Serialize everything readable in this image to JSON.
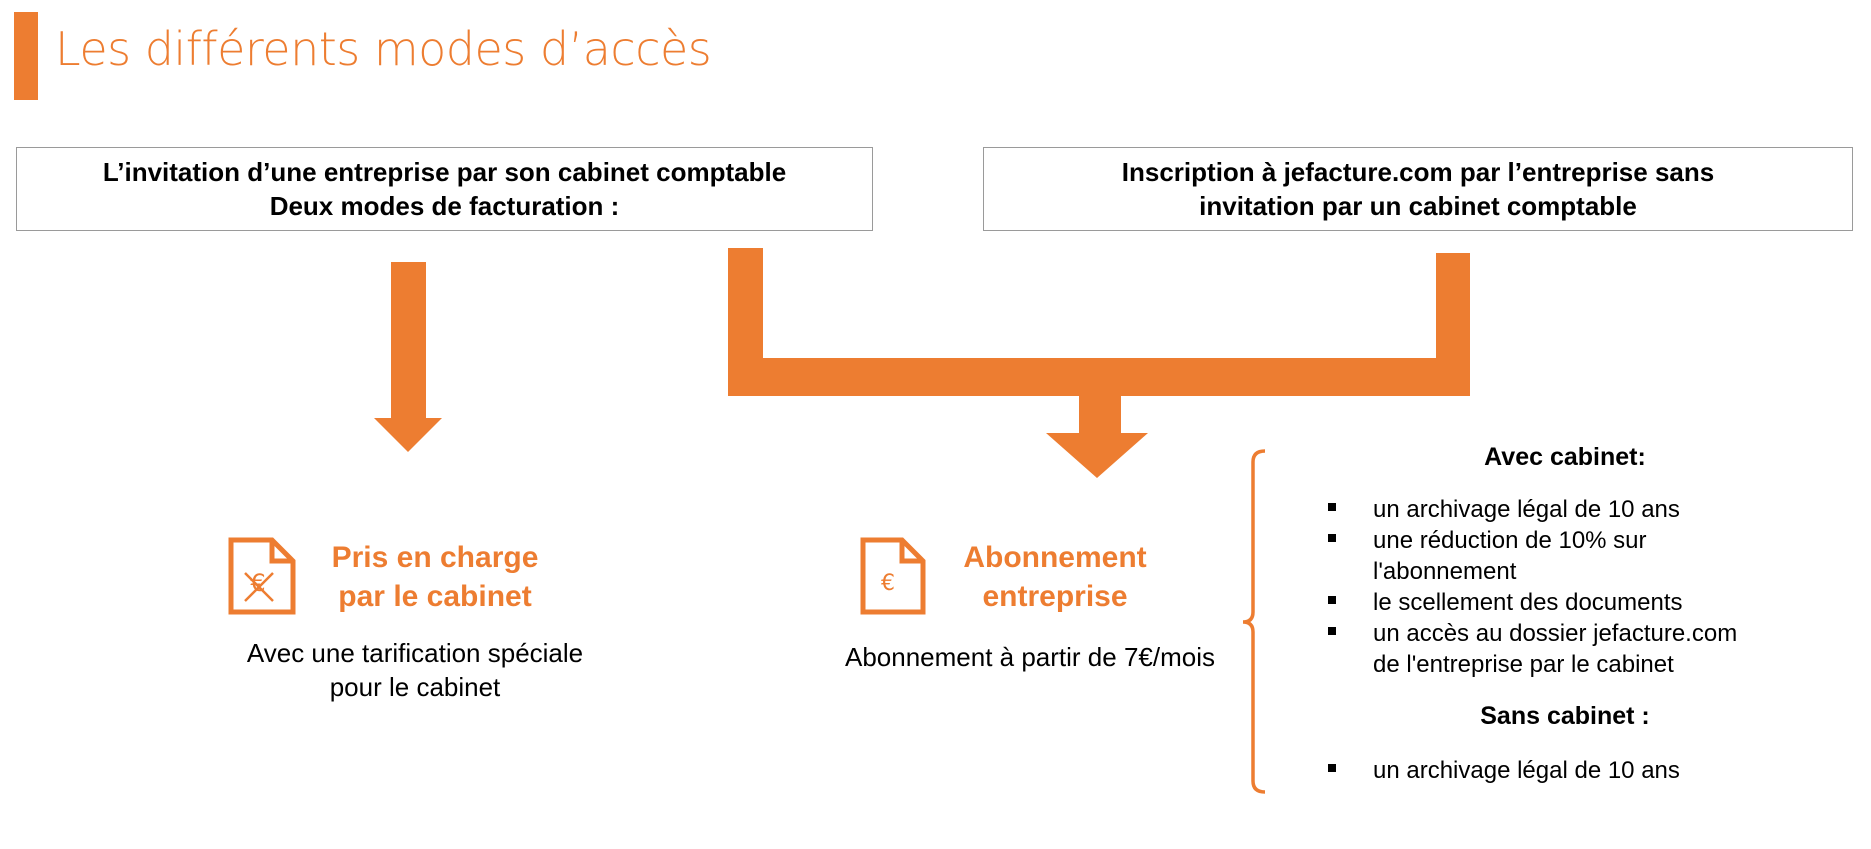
{
  "title": "Les différents modes d’accès",
  "colors": {
    "accent": "#ED7D31",
    "box_border": "#9a9a9a",
    "text": "#000000"
  },
  "box_left": {
    "line1": "L’invitation d’une entreprise par son cabinet comptable",
    "line2": "Deux modes de facturation :"
  },
  "box_right": {
    "line1": "Inscription à jefacture.com par l’entreprise sans",
    "line2": "invitation par un cabinet comptable"
  },
  "option_cabinet": {
    "icon": "document-crossed-euro-icon",
    "title_line1": "Pris en charge",
    "title_line2": "par le cabinet",
    "desc_line1": "Avec une tarification spéciale",
    "desc_line2": "pour le cabinet"
  },
  "option_entreprise": {
    "icon": "document-euro-icon",
    "icon_symbol": "€",
    "title_line1": "Abonnement",
    "title_line2": "entreprise",
    "desc": "Abonnement à partir de 7€/mois"
  },
  "avec_cabinet": {
    "heading": "Avec cabinet:",
    "items": [
      [
        "un archivage légal de 10 ans"
      ],
      [
        "une réduction de 10% sur",
        "l'abonnement"
      ],
      [
        "le scellement des documents"
      ],
      [
        "un accès au dossier jefacture.com",
        "de l'entreprise par le cabinet"
      ]
    ]
  },
  "sans_cabinet": {
    "heading": "Sans cabinet :",
    "items": [
      [
        "un archivage légal de 10 ans"
      ]
    ]
  }
}
